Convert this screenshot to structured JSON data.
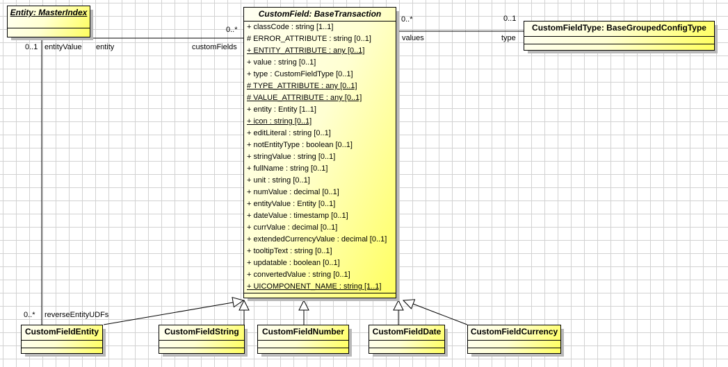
{
  "diagram": {
    "type": "uml-class-diagram",
    "grid_color": "#d2d2d2",
    "box_fill_light": "#fffff2",
    "box_fill_dark": "#ffff5e",
    "box_border_color": "#000000",
    "shadow_color": "#b9b9b9"
  },
  "classes": {
    "entity": {
      "title": "Entity: MasterIndex"
    },
    "custom_field": {
      "title": "CustomField: BaseTransaction",
      "attributes": [
        {
          "text": "+ classCode : string [1..1]",
          "underline": false
        },
        {
          "text": "# ERROR_ATTRIBUTE : string [0..1]",
          "underline": false
        },
        {
          "text": "+ ENTITY_ATTRIBUTE : any [0..1]",
          "underline": true
        },
        {
          "text": "+ value : string [0..1]",
          "underline": false
        },
        {
          "text": "+ type : CustomFieldType [0..1]",
          "underline": false
        },
        {
          "text": "# TYPE_ATTRIBUTE : any [0..1]",
          "underline": true
        },
        {
          "text": "# VALUE_ATTRIBUTE : any [0..1]",
          "underline": true
        },
        {
          "text": "+ entity : Entity [1..1]",
          "underline": false
        },
        {
          "text": "+ icon : string [0..1]",
          "underline": true
        },
        {
          "text": "+ editLiteral : string [0..1]",
          "underline": false
        },
        {
          "text": "+ notEntityType : boolean [0..1]",
          "underline": false
        },
        {
          "text": "+ stringValue : string [0..1]",
          "underline": false
        },
        {
          "text": "+ fullName : string [0..1]",
          "underline": false
        },
        {
          "text": "+ unit : string [0..1]",
          "underline": false
        },
        {
          "text": "+ numValue : decimal [0..1]",
          "underline": false
        },
        {
          "text": "+ entityValue : Entity [0..1]",
          "underline": false
        },
        {
          "text": "+ dateValue : timestamp [0..1]",
          "underline": false
        },
        {
          "text": "+ currValue : decimal [0..1]",
          "underline": false
        },
        {
          "text": "+ extendedCurrencyValue : decimal [0..1]",
          "underline": false
        },
        {
          "text": "+ tooltipText : string [0..1]",
          "underline": false
        },
        {
          "text": "+ updatable : boolean [0..1]",
          "underline": false
        },
        {
          "text": "+ convertedValue : string [0..1]",
          "underline": false
        },
        {
          "text": "+ UICOMPONENT_NAME : string [1..1]",
          "underline": true
        }
      ]
    },
    "custom_field_type": {
      "title": "CustomFieldType: BaseGroupedConfigType"
    },
    "custom_field_entity": {
      "title": "CustomFieldEntity"
    },
    "custom_field_string": {
      "title": "CustomFieldString"
    },
    "custom_field_number": {
      "title": "CustomFieldNumber"
    },
    "custom_field_date": {
      "title": "CustomFieldDate"
    },
    "custom_field_currency": {
      "title": "CustomFieldCurrency"
    }
  },
  "associations": {
    "entity_customfieldentity": {
      "mult_entity_end": "0..1",
      "role_entity_end": "entityValue",
      "mult_cfe_end": "0..*",
      "role_cfe_end": "reverseEntityUDFs"
    },
    "entity_customfield": {
      "role_entity_end": "entity",
      "mult_customfield_end": "0..*",
      "role_customfield_end": "customFields"
    },
    "customfield_customfieldtype": {
      "mult_customfield_end": "0..*",
      "role_customfield_end": "values",
      "mult_type_end": "0..1",
      "role_type_end": "type"
    }
  }
}
